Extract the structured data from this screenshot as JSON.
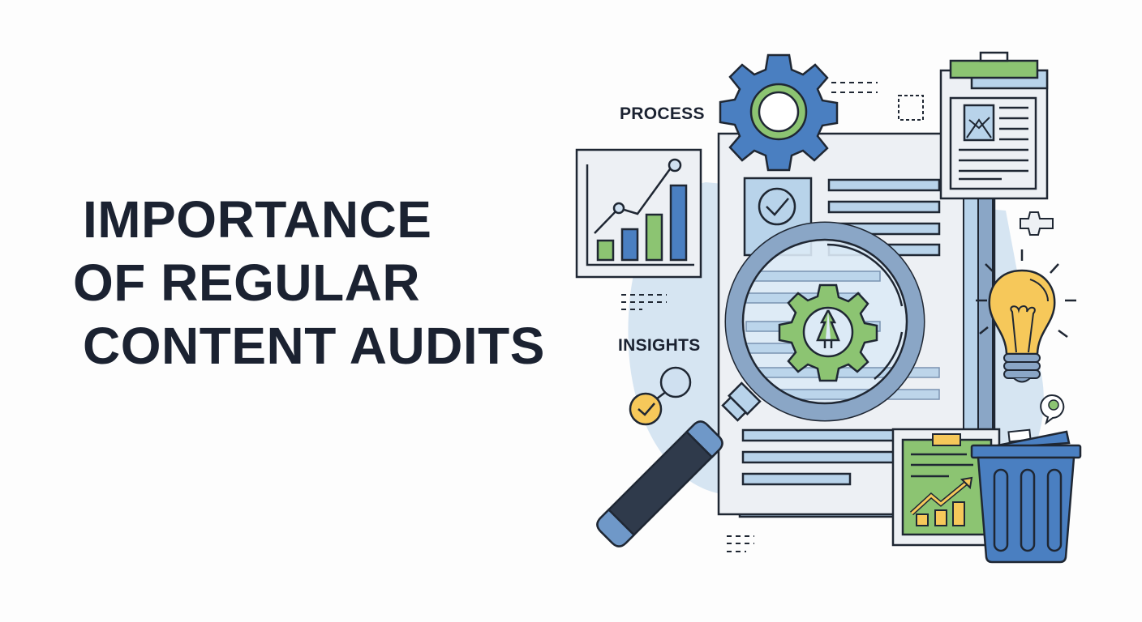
{
  "headline": {
    "line1": "IMPORTANCE",
    "line2": "OF REGULAR",
    "line3": "CONTENT AUDITS"
  },
  "labels": {
    "process": "PROCESS",
    "insights": "INSIGHTS"
  },
  "icons": [
    "gear-icon",
    "bar-line-chart-icon",
    "document-icon",
    "magnifying-glass-icon",
    "green-gear-icon",
    "clipboard-icon",
    "lightbulb-icon",
    "growth-chart-clipboard-icon",
    "trash-bin-icon",
    "checkmark-node-icon",
    "chat-bubble-icon"
  ],
  "colors": {
    "text": "#1b2231",
    "blue": "#4a7fc1",
    "light_blue": "#b8d3ea",
    "steel_blue": "#8aa6c6",
    "green": "#8cc472",
    "yellow": "#f6c85a",
    "paper": "#edf0f4",
    "outline": "#1f2733",
    "handle": "#2f3a4b"
  }
}
